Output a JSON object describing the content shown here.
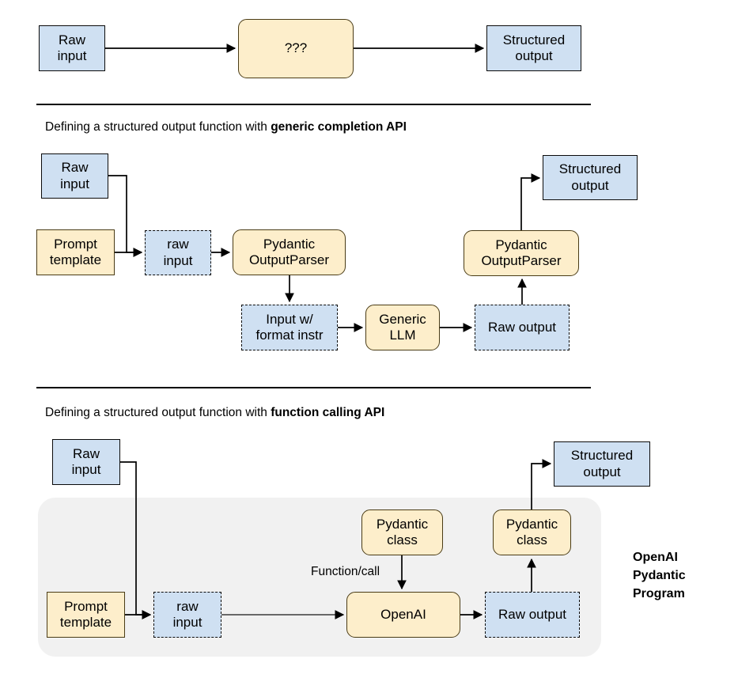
{
  "diagram": {
    "title_hidden": "",
    "colors": {
      "blue_fill": "#cfe0f2",
      "yellow_fill": "#fdeecb",
      "panel_gray": "#f1f1f1",
      "stroke": "#000000"
    },
    "sections": [
      {
        "id": "overview",
        "caption": "",
        "nodes": [
          {
            "id": "raw-input",
            "label": "Raw\ninput",
            "shape": "rect",
            "fill": "blue"
          },
          {
            "id": "unknown",
            "label": "???",
            "shape": "rounded",
            "fill": "yellow"
          },
          {
            "id": "structured-output",
            "label": "Structured\noutput",
            "shape": "rect",
            "fill": "blue"
          }
        ]
      },
      {
        "id": "generic-completion",
        "caption_prefix": "Defining a structured output function with ",
        "caption_bold": "generic completion API",
        "nodes": [
          {
            "id": "raw-input",
            "label": "Raw\ninput",
            "shape": "rect",
            "fill": "blue"
          },
          {
            "id": "prompt-template",
            "label": "Prompt\ntemplate",
            "shape": "rect",
            "fill": "yellow"
          },
          {
            "id": "raw-input-dashed",
            "label": "raw\ninput",
            "shape": "dashed",
            "fill": "blue"
          },
          {
            "id": "pydantic-output-parser-in",
            "label": "Pydantic\nOutputParser",
            "shape": "rounded",
            "fill": "yellow"
          },
          {
            "id": "input-with-format-instr",
            "label": "Input w/\nformat instr",
            "shape": "dashed",
            "fill": "blue"
          },
          {
            "id": "generic-llm",
            "label": "Generic\nLLM",
            "shape": "rounded",
            "fill": "yellow"
          },
          {
            "id": "raw-output",
            "label": "Raw output",
            "shape": "dashed",
            "fill": "blue"
          },
          {
            "id": "pydantic-output-parser-out",
            "label": "Pydantic\nOutputParser",
            "shape": "rounded",
            "fill": "yellow"
          },
          {
            "id": "structured-output",
            "label": "Structured\noutput",
            "shape": "rect",
            "fill": "blue"
          }
        ]
      },
      {
        "id": "function-calling",
        "caption_prefix": "Defining a structured output function with ",
        "caption_bold": "function calling API",
        "side_label": "OpenAI\nPydantic\nProgram",
        "edge_label": "Function/call",
        "nodes": [
          {
            "id": "raw-input",
            "label": "Raw\ninput",
            "shape": "rect",
            "fill": "blue"
          },
          {
            "id": "prompt-template",
            "label": "Prompt\ntemplate",
            "shape": "rect",
            "fill": "yellow"
          },
          {
            "id": "raw-input-dashed",
            "label": "raw\ninput",
            "shape": "dashed",
            "fill": "blue"
          },
          {
            "id": "pydantic-class-in",
            "label": "Pydantic\nclass",
            "shape": "rounded",
            "fill": "yellow"
          },
          {
            "id": "openai",
            "label": "OpenAI",
            "shape": "rounded",
            "fill": "yellow"
          },
          {
            "id": "raw-output",
            "label": "Raw output",
            "shape": "dashed",
            "fill": "blue"
          },
          {
            "id": "pydantic-class-out",
            "label": "Pydantic\nclass",
            "shape": "rounded",
            "fill": "yellow"
          },
          {
            "id": "structured-output",
            "label": "Structured\noutput",
            "shape": "rect",
            "fill": "blue"
          }
        ]
      }
    ]
  }
}
